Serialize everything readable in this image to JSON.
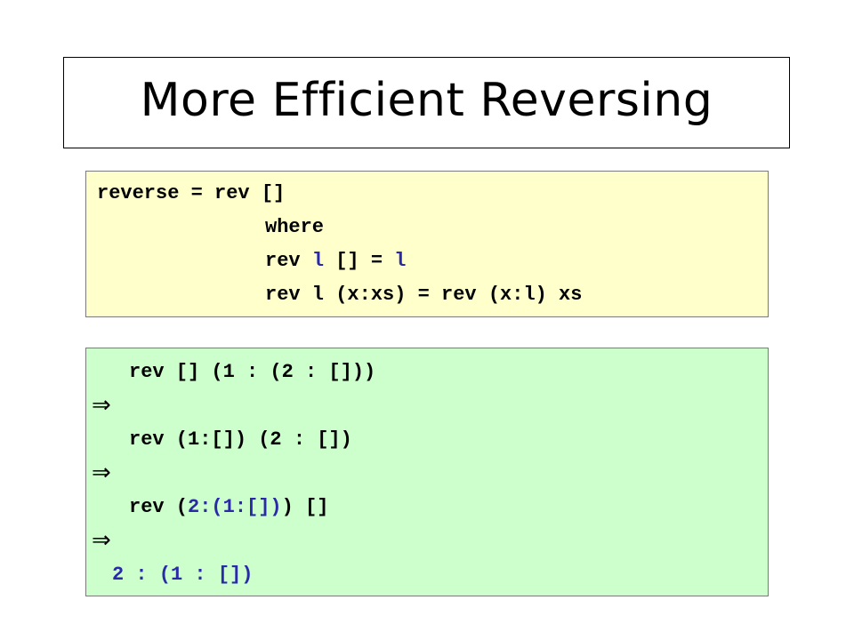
{
  "slide": {
    "title": "More Efficient Reversing"
  },
  "definition": {
    "line1": "reverse = rev []",
    "line2": "where",
    "line3_a": "rev ",
    "line3_b": "l",
    "line3_c": " [] = ",
    "line3_d": "l",
    "line4": "rev l (x:xs) = rev (x:l) xs"
  },
  "evaluation": {
    "step1": "rev [] (1 : (2 : []))",
    "arrow": "⇒",
    "step2": "rev (1:[]) (2 : [])",
    "step3_a": "rev (",
    "step3_b": "2:(1:[])",
    "step3_c": ") []",
    "result": "2 : (1 : [])"
  },
  "colors": {
    "definition_background": "#ffffcc",
    "evaluation_background": "#ccffcc",
    "highlight_blue": "#2a2aa8"
  }
}
